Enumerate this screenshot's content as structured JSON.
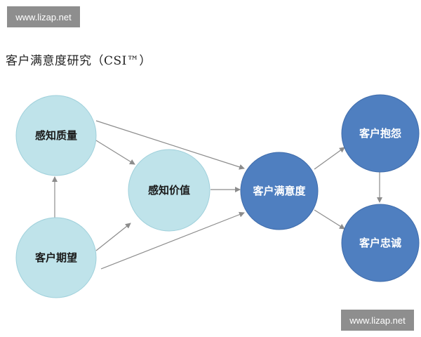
{
  "watermark_top": "www.lizap.net",
  "watermark_bottom": "www.lizap.net",
  "title": "客户满意度研究（CSI™）",
  "colors": {
    "light_node_fill": "#bfe3ea",
    "light_node_stroke": "#9fd0db",
    "dark_node_fill": "#4f7fc0",
    "dark_node_stroke": "#3f6cab",
    "light_text": "#1a1a1a",
    "dark_text": "#ffffff",
    "arrow": "#8c8c8c",
    "watermark_bg": "#8e8e8e"
  },
  "nodes": {
    "perceived_quality": "感知质量",
    "perceived_value": "感知价值",
    "customer_expectation": "客户期望",
    "customer_satisfaction": "客户满意度",
    "customer_complaint": "客户抱怨",
    "customer_loyalty": "客户忠诚"
  }
}
